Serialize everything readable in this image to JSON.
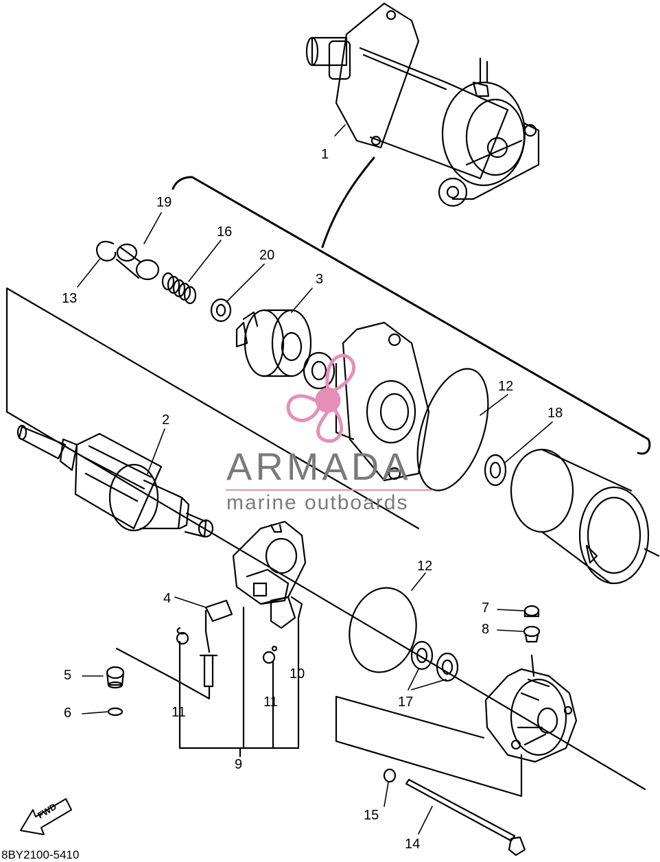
{
  "diagram": {
    "part_code": "8BY2100-5410",
    "fwd_label": "FWD",
    "labels": {
      "l1": "1",
      "l2": "2",
      "l3": "3",
      "l4": "4",
      "l5": "5",
      "l6": "6",
      "l7": "7",
      "l8": "8",
      "l9": "9",
      "l10": "10",
      "l11a": "11",
      "l11b": "11",
      "l12a": "12",
      "l12b": "12",
      "l13": "13",
      "l14": "14",
      "l15": "15",
      "l16": "16",
      "l17": "17",
      "l18": "18",
      "l19": "19",
      "l20": "20"
    }
  },
  "watermark": {
    "title": "ARMADA",
    "subtitle": "marine outboards",
    "accent_color": "#e58fb7",
    "text_color": "#7a7a7a"
  }
}
